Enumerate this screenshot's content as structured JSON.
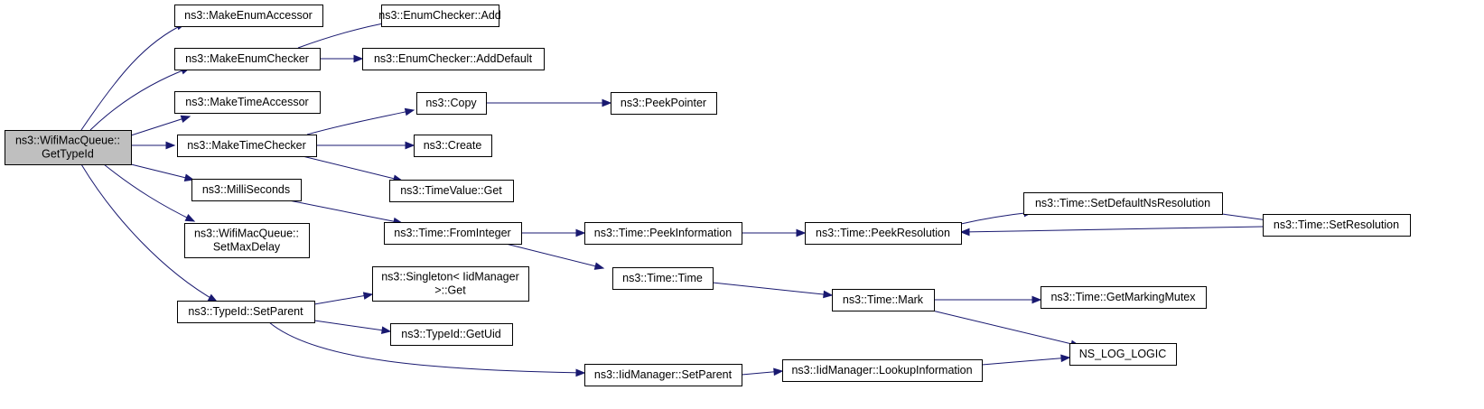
{
  "graph": {
    "direction": "left-to-right",
    "colors": {
      "edge": "#191970",
      "root_fill": "#bfbfbf",
      "node_fill": "#ffffff",
      "border": "#000000"
    },
    "nodes": [
      {
        "id": "root",
        "lines": [
          "ns3::WifiMacQueue::",
          "GetTypeId"
        ]
      },
      {
        "id": "make_enum_accessor",
        "lines": [
          "ns3::MakeEnumAccessor"
        ]
      },
      {
        "id": "make_enum_checker",
        "lines": [
          "ns3::MakeEnumChecker"
        ]
      },
      {
        "id": "enum_checker_add",
        "lines": [
          "ns3::EnumChecker::Add"
        ]
      },
      {
        "id": "enum_checker_add_default",
        "lines": [
          "ns3::EnumChecker::AddDefault"
        ]
      },
      {
        "id": "make_time_accessor",
        "lines": [
          "ns3::MakeTimeAccessor"
        ]
      },
      {
        "id": "make_time_checker",
        "lines": [
          "ns3::MakeTimeChecker"
        ]
      },
      {
        "id": "copy",
        "lines": [
          "ns3::Copy"
        ]
      },
      {
        "id": "peek_pointer",
        "lines": [
          "ns3::PeekPointer"
        ]
      },
      {
        "id": "create",
        "lines": [
          "ns3::Create"
        ]
      },
      {
        "id": "time_value_get",
        "lines": [
          "ns3::TimeValue::Get"
        ]
      },
      {
        "id": "milliseconds",
        "lines": [
          "ns3::MilliSeconds"
        ]
      },
      {
        "id": "time_from_integer",
        "lines": [
          "ns3::Time::FromInteger"
        ]
      },
      {
        "id": "time_peek_information",
        "lines": [
          "ns3::Time::PeekInformation"
        ]
      },
      {
        "id": "time_peek_resolution",
        "lines": [
          "ns3::Time::PeekResolution"
        ]
      },
      {
        "id": "time_set_default_ns_resolution",
        "lines": [
          "ns3::Time::SetDefaultNsResolution"
        ]
      },
      {
        "id": "time_set_resolution",
        "lines": [
          "ns3::Time::SetResolution"
        ]
      },
      {
        "id": "set_max_delay",
        "lines": [
          "ns3::WifiMacQueue::",
          "SetMaxDelay"
        ]
      },
      {
        "id": "time_time",
        "lines": [
          "ns3::Time::Time"
        ]
      },
      {
        "id": "time_mark",
        "lines": [
          "ns3::Time::Mark"
        ]
      },
      {
        "id": "time_get_marking_mutex",
        "lines": [
          "ns3::Time::GetMarkingMutex"
        ]
      },
      {
        "id": "typeid_set_parent",
        "lines": [
          "ns3::TypeId::SetParent"
        ]
      },
      {
        "id": "singleton_get",
        "lines": [
          "ns3::Singleton< IidManager",
          ">::Get"
        ]
      },
      {
        "id": "typeid_get_uid",
        "lines": [
          "ns3::TypeId::GetUid"
        ]
      },
      {
        "id": "iid_set_parent",
        "lines": [
          "ns3::IidManager::SetParent"
        ]
      },
      {
        "id": "iid_lookup_information",
        "lines": [
          "ns3::IidManager::LookupInformation"
        ]
      },
      {
        "id": "ns_log_logic",
        "lines": [
          "NS_LOG_LOGIC"
        ]
      }
    ],
    "edges": [
      {
        "from": "root",
        "to": "make_enum_accessor"
      },
      {
        "from": "root",
        "to": "make_enum_checker"
      },
      {
        "from": "root",
        "to": "make_time_accessor"
      },
      {
        "from": "root",
        "to": "make_time_checker"
      },
      {
        "from": "root",
        "to": "milliseconds"
      },
      {
        "from": "root",
        "to": "set_max_delay"
      },
      {
        "from": "root",
        "to": "typeid_set_parent"
      },
      {
        "from": "make_enum_checker",
        "to": "enum_checker_add"
      },
      {
        "from": "make_enum_checker",
        "to": "enum_checker_add_default"
      },
      {
        "from": "make_time_checker",
        "to": "copy"
      },
      {
        "from": "make_time_checker",
        "to": "create"
      },
      {
        "from": "make_time_checker",
        "to": "time_value_get"
      },
      {
        "from": "copy",
        "to": "peek_pointer"
      },
      {
        "from": "milliseconds",
        "to": "time_from_integer"
      },
      {
        "from": "time_from_integer",
        "to": "time_peek_information"
      },
      {
        "from": "time_from_integer",
        "to": "time_time"
      },
      {
        "from": "time_peek_information",
        "to": "time_peek_resolution"
      },
      {
        "from": "time_peek_resolution",
        "to": "time_set_default_ns_resolution"
      },
      {
        "from": "time_set_default_ns_resolution",
        "to": "time_set_resolution"
      },
      {
        "from": "time_set_resolution",
        "to": "time_peek_resolution"
      },
      {
        "from": "time_time",
        "to": "time_mark"
      },
      {
        "from": "time_mark",
        "to": "time_get_marking_mutex"
      },
      {
        "from": "time_mark",
        "to": "ns_log_logic"
      },
      {
        "from": "typeid_set_parent",
        "to": "singleton_get"
      },
      {
        "from": "typeid_set_parent",
        "to": "typeid_get_uid"
      },
      {
        "from": "typeid_set_parent",
        "to": "iid_set_parent"
      },
      {
        "from": "iid_set_parent",
        "to": "iid_lookup_information"
      },
      {
        "from": "iid_lookup_information",
        "to": "ns_log_logic"
      }
    ]
  }
}
